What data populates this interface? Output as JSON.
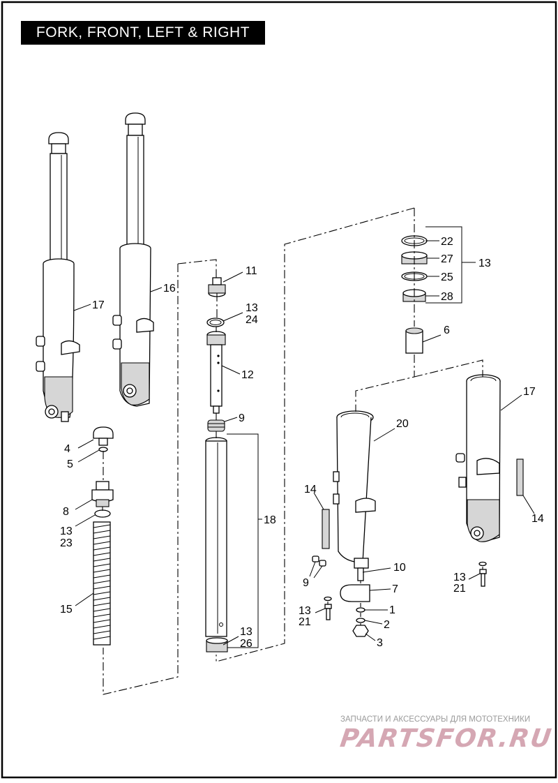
{
  "title": "FORK, FRONT, LEFT & RIGHT",
  "watermark": {
    "top_text": "ЗАПЧАСТИ И АКСЕССУАРЫ ДЛЯ МОТОТЕХНИКИ",
    "logo_text": "PARTSFOR.RU",
    "logo_color": "#c88a9a"
  },
  "callouts": {
    "c22": "22",
    "c27": "27",
    "c25": "25",
    "c28": "28",
    "c13_kit": "13",
    "c6": "6",
    "c17_right": "17",
    "c20": "20",
    "c14_left": "14",
    "c14_right": "14",
    "c10": "10",
    "c9_lower": "9",
    "c7": "7",
    "c1": "1",
    "c2": "2",
    "c3": "3",
    "c13_a": "13",
    "c21_a": "21",
    "c13_b": "13",
    "c21_b": "21",
    "c17_left": "17",
    "c16": "16",
    "c11": "11",
    "c13_c": "13",
    "c24": "24",
    "c12": "12",
    "c9_upper": "9",
    "c18": "18",
    "c4": "4",
    "c5": "5",
    "c8": "8",
    "c13_d": "13",
    "c23": "23",
    "c15": "15",
    "c13_e": "13",
    "c26": "26"
  }
}
